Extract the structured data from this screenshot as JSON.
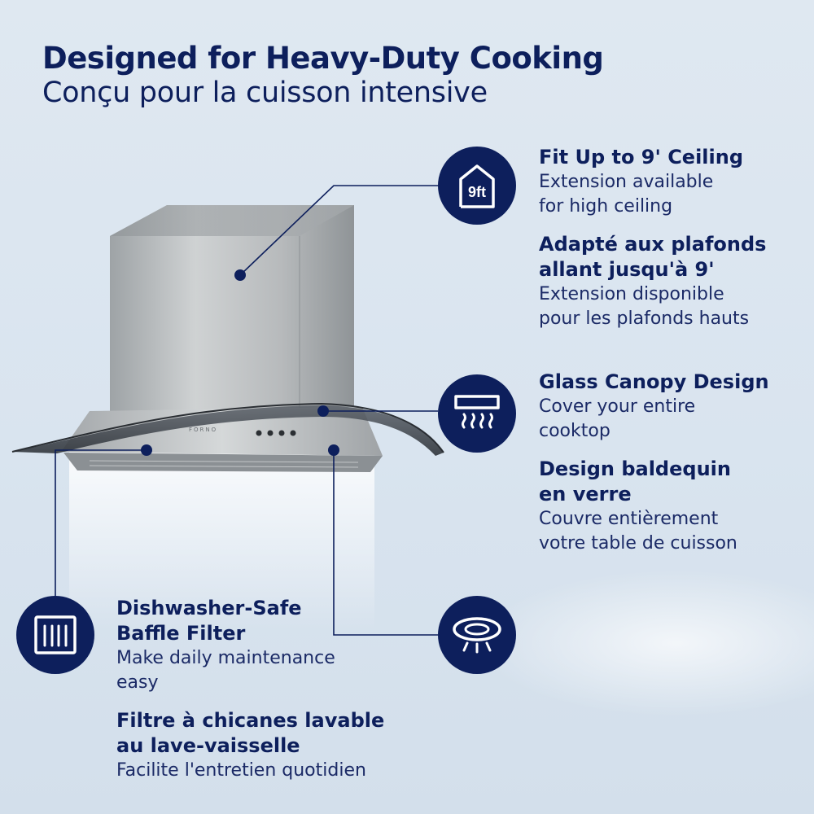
{
  "heading": {
    "title_en": "Designed for Heavy-Duty Cooking",
    "title_fr": "Conçu pour la cuisson intensive"
  },
  "colors": {
    "navy": "#0d1f5c",
    "background": "#dfe8f1",
    "stainless": "#b9bcbe",
    "glass": "#4a5057"
  },
  "features": {
    "ceiling": {
      "icon": "house-9ft-icon",
      "icon_text": "9ft",
      "title_en": "Fit Up to 9' Ceiling",
      "desc_en": "Extension available\nfor high ceiling",
      "title_fr": "Adapté aux plafonds\nallant jusqu'à 9'",
      "desc_fr": "Extension disponible\npour les plafonds hauts"
    },
    "canopy": {
      "icon": "canopy-airflow-icon",
      "title_en": "Glass Canopy Design",
      "desc_en": "Cover your entire\ncooktop",
      "title_fr": "Design baldequin\nen verre",
      "desc_fr": "Couvre entièrement\nvotre table de cuisson"
    },
    "filter": {
      "icon": "baffle-filter-icon",
      "title_en": "Dishwasher-Safe\nBaffle Filter",
      "desc_en": "Make daily maintenance\neasy",
      "title_fr": "Filtre à chicanes lavable\nau lave-vaisselle",
      "desc_fr": "Facilite l'entretien quotidien"
    },
    "light": {
      "icon": "ceiling-light-icon"
    }
  },
  "hood": {
    "brand_text": "FORNO"
  }
}
